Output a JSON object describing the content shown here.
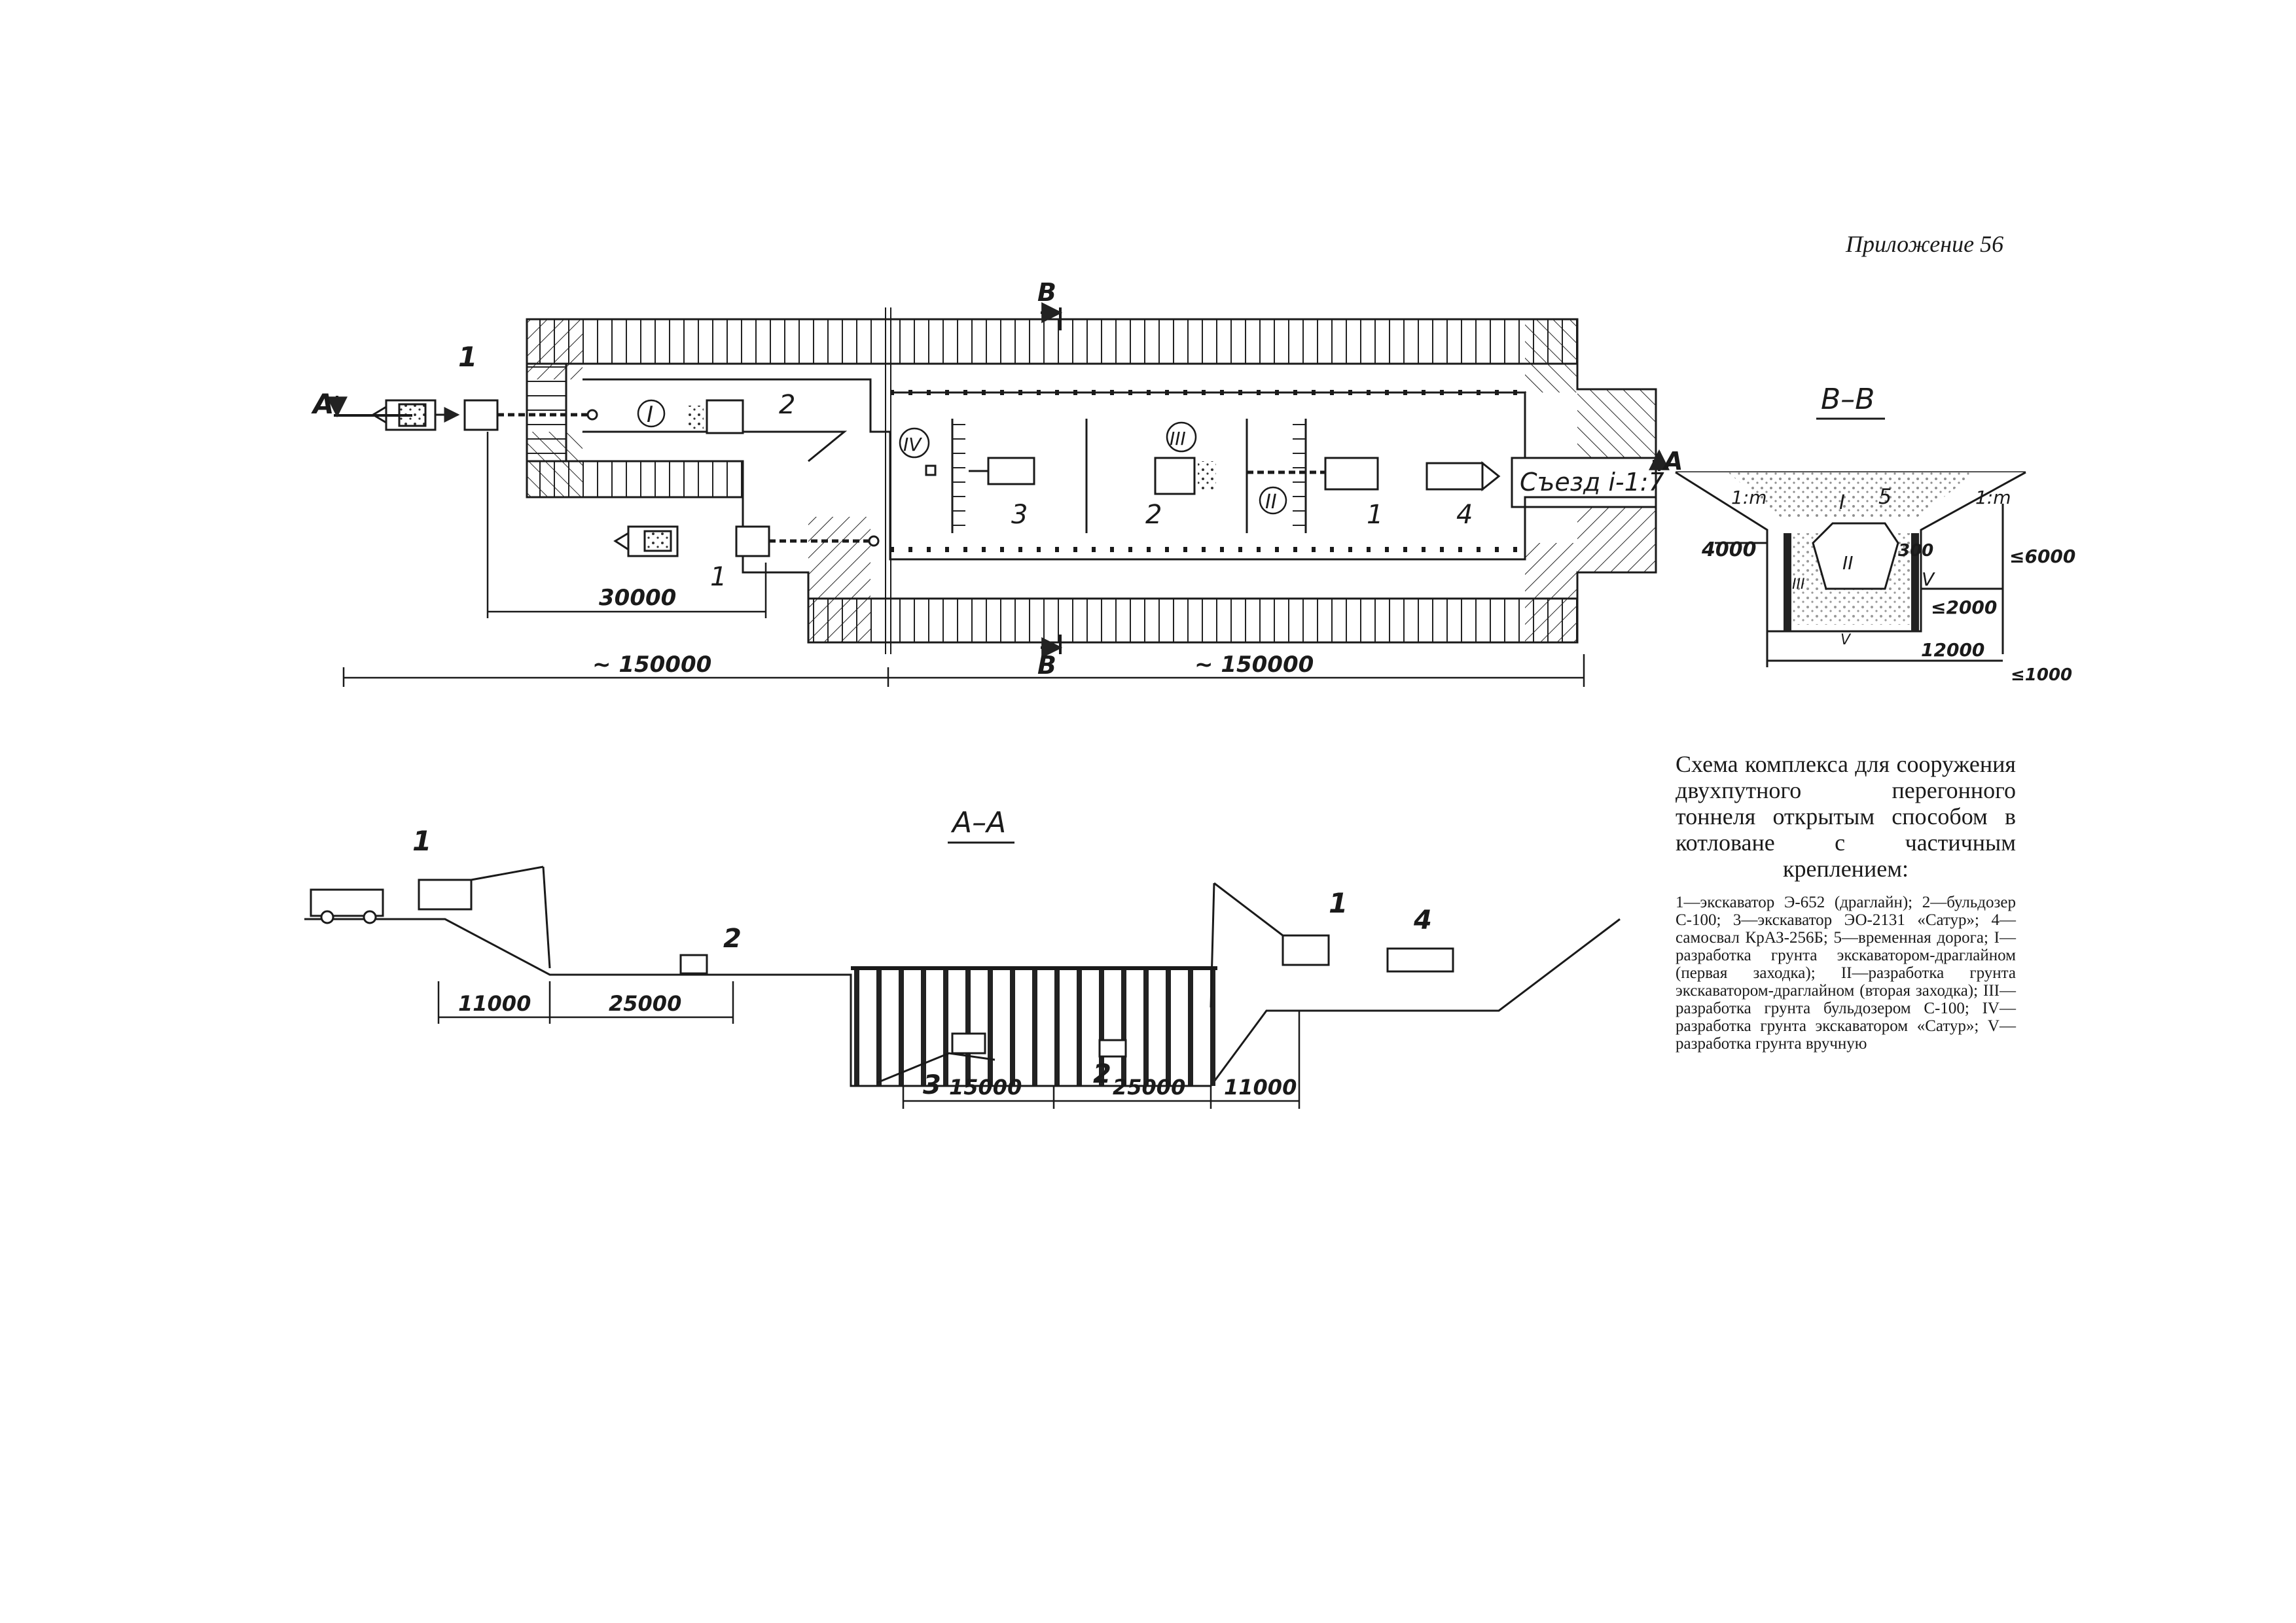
{
  "appendix": "Приложение 56",
  "sections": {
    "bb": "B–B",
    "aa": "A–A",
    "cut_b": "B",
    "cut_a": "A"
  },
  "ramp_label": "Съезд i-1:7",
  "numbers": {
    "n1": "1",
    "n2": "2",
    "n3": "3",
    "n4": "4",
    "n5": "5"
  },
  "stages": {
    "I": "I",
    "II": "II",
    "III": "III",
    "IV": "IV",
    "V": "V"
  },
  "plan_dims": {
    "d30000": "30000",
    "left_total": "~ 150000",
    "right_total": "~ 150000"
  },
  "bb_dims": {
    "d4000": "4000",
    "d300": "300",
    "d6000": "≤6000",
    "d2000": "≤2000",
    "d12000": "12000",
    "d1000": "≤1000",
    "slope": "1:m"
  },
  "aa_dims": {
    "d11000": "11000",
    "d25000": "25000",
    "d15000": "15000"
  },
  "caption": {
    "title": "Схема комплекса для сооружения двухпутного перегонного тоннеля открытым способом в котловане с частичным креплением:",
    "legend": "1—экскаватор Э-652 (драглайн); 2—бульдозер С-100; 3—экскаватор ЭО-2131 «Сатур»; 4—самосвал КрАЗ-256Б; 5—временная дорога; I—разработка грунта экскаватором-драглайном (первая заходка); II—разработка грунта экскаватором-драглайном (вторая заходка); III—разработка грунта бульдозером С-100; IV—разработка грунта экскаватором «Сатур»; V—разработка грунта вручную"
  }
}
